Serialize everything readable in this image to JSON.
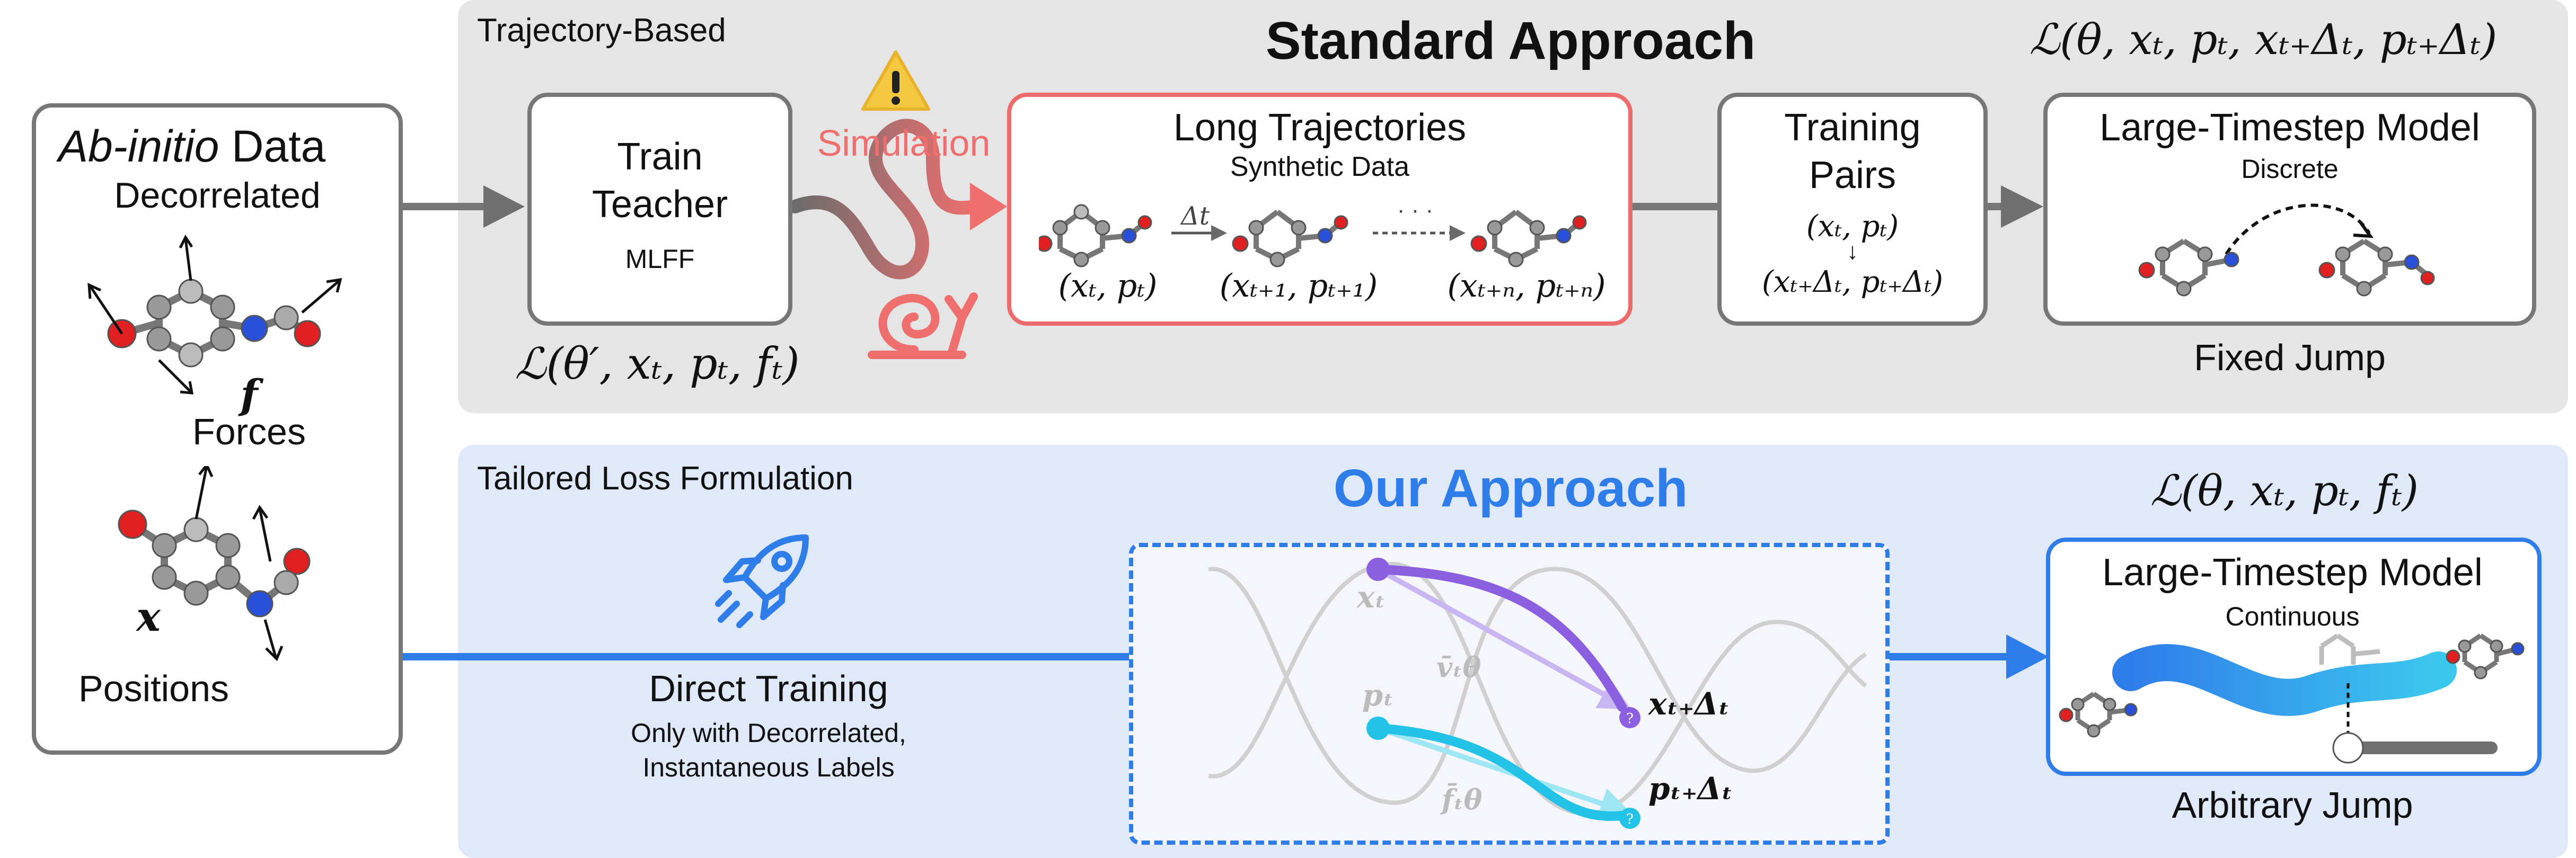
{
  "left_panel": {
    "title_italic": "Ab-initio",
    "title_rest": " Data",
    "subtitle": "Decorrelated",
    "force_symbol": "f",
    "force_label": "Forces",
    "position_symbol": "x",
    "position_label": "Positions"
  },
  "standard": {
    "section_label": "Trajectory-Based",
    "title": "Standard Approach",
    "loss_top_right": "ℒ(θ, xₜ, pₜ, xₜ₊Δₜ, pₜ₊Δₜ)",
    "teacher_title_1": "Train",
    "teacher_title_2": "Teacher",
    "teacher_sub": "MLFF",
    "teacher_loss": "ℒ(θ′, xₜ, pₜ, fₜ)",
    "simulation_label": "Simulation",
    "traj_title": "Long Trajectories",
    "traj_sub": "Synthetic Data",
    "traj_state_0": "(xₜ, pₜ)",
    "traj_state_1": "(xₜ₊₁, pₜ₊₁)",
    "traj_state_n": "(xₜ₊ₙ, pₜ₊ₙ)",
    "traj_dt": "Δt",
    "traj_dots": "· · ·",
    "pairs_title_1": "Training",
    "pairs_title_2": "Pairs",
    "pairs_from": "(xₜ, pₜ)",
    "pairs_to": "(xₜ₊Δₜ, pₜ₊Δₜ)",
    "model_title": "Large-Timestep Model",
    "model_sub": "Discrete",
    "model_caption": "Fixed Jump"
  },
  "ours": {
    "section_label": "Tailored Loss Formulation",
    "title": "Our Approach",
    "loss_right": "ℒ(θ, xₜ, pₜ, fₜ)",
    "direct_title": "Direct Training",
    "direct_sub_1": "Only with Decorrelated,",
    "direct_sub_2": "Instantaneous Labels",
    "x_t": "xₜ",
    "p_t": "pₜ",
    "v_label": "v̄ₜθ",
    "f_label": "f̄ₜθ",
    "x_next": "xₜ₊Δₜ",
    "p_next": "pₜ₊Δₜ",
    "model_title": "Large-Timestep Model",
    "model_sub": "Continuous",
    "model_caption": "Arbitrary Jump"
  },
  "colors": {
    "gray_panel": "#e5e5e5",
    "blue_panel": "#dfe9f9",
    "accent_blue": "#2f7de9",
    "accent_red": "#ec6b6b",
    "purple": "#8b5fe0",
    "cyan": "#22c3e6"
  },
  "icons": [
    "warning-icon",
    "snail-icon",
    "rocket-icon",
    "molecule-icon"
  ]
}
